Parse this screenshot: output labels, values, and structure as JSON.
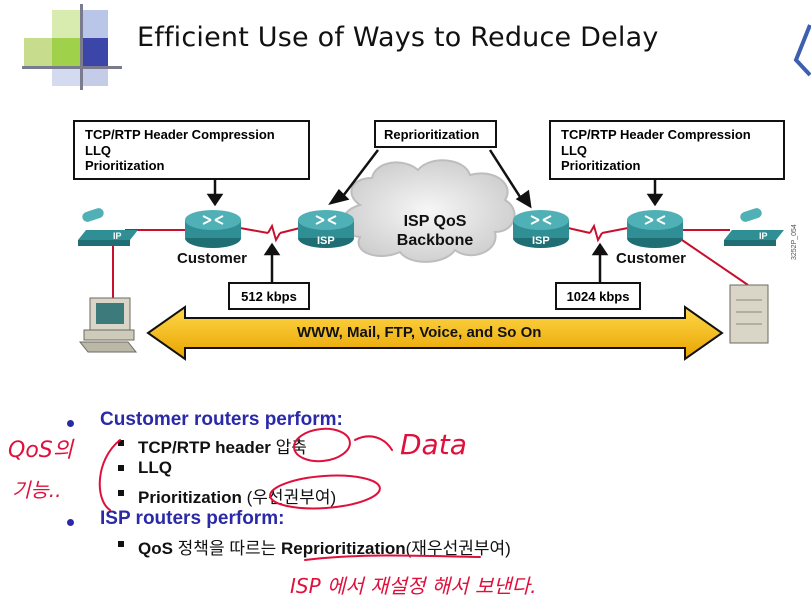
{
  "slide": {
    "title": "Efficient Use of Ways to Reduce Delay"
  },
  "diagram": {
    "left_box": [
      "TCP/RTP Header Compression",
      "LLQ",
      "Prioritization"
    ],
    "center_box": "Reprioritization",
    "right_box": [
      "TCP/RTP Header Compression",
      "LLQ",
      "Prioritization"
    ],
    "cloud": [
      "ISP QoS",
      "Backbone"
    ],
    "isp_router_label": "ISP",
    "left_customer": "Customer",
    "right_customer": "Customer",
    "left_rate": "512 kbps",
    "right_rate": "1024 kbps",
    "arrow_text": "WWW, Mail, FTP, Voice, and So On",
    "phone_label": "IP",
    "side_code": "3252P_054"
  },
  "bullets": {
    "customer_heading": "Customer routers perform:",
    "customer_items": [
      {
        "bold": "TCP/RTP header ",
        "extra": "압축"
      },
      {
        "bold": "LLQ",
        "extra": ""
      },
      {
        "bold": "Prioritization ",
        "extra": "(우선권부여)"
      }
    ],
    "isp_heading": "ISP routers perform:",
    "isp_item_part1": "QoS ",
    "isp_item_part2": "정책을 따르는 ",
    "isp_item_part3": "Reprioritization",
    "isp_item_part4": "(재우선권부여)"
  },
  "annotations": {
    "left_note_1": "QoS의",
    "left_note_2": "기능..",
    "data_note": "Data",
    "bottom_note": "ISP 에서 재설정 해서 보낸다."
  },
  "colors": {
    "accent_blue": "#2a2aa8",
    "arrow_fill": "#f5b800",
    "router_teal": "#2f8f94",
    "annotation_red": "#e0103c",
    "link_red": "#c8102e"
  }
}
